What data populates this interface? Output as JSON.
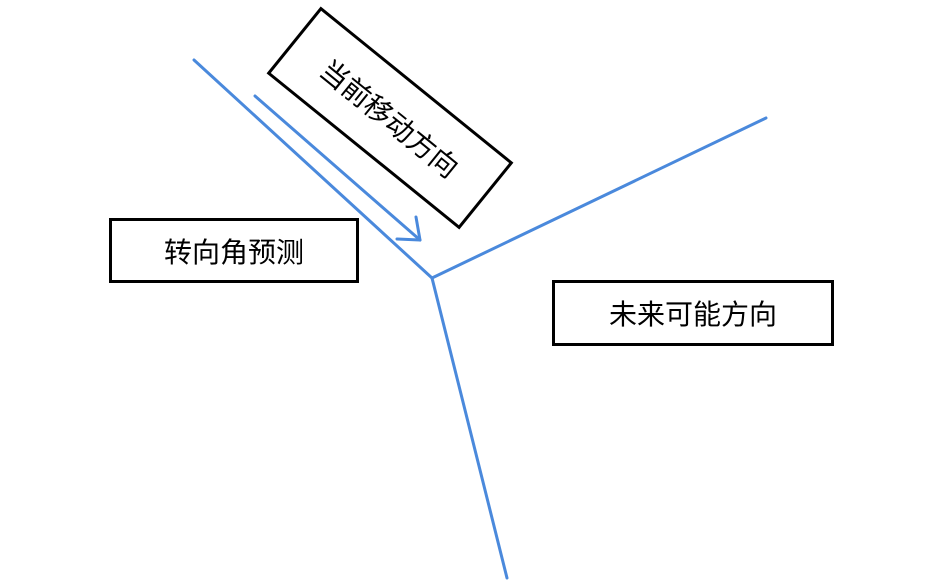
{
  "labels": {
    "current_direction": "当前移动方向",
    "turn_angle_prediction": "转向角预测",
    "future_direction": "未来可能方向"
  },
  "colors": {
    "line": "#4a89dc",
    "box_border": "#000000",
    "text": "#000000"
  }
}
